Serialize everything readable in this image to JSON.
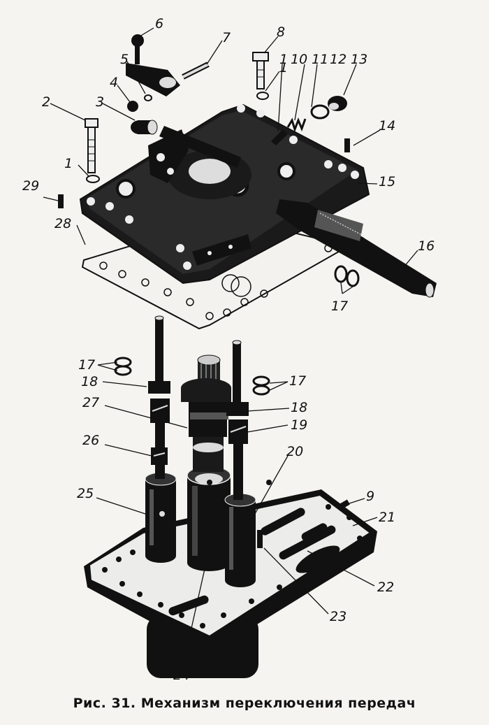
{
  "caption": "Рис. 31. Механизм переключения передач",
  "callouts": [
    {
      "id": "c1a",
      "text": "1"
    },
    {
      "id": "c1b",
      "text": "1"
    },
    {
      "id": "c1c",
      "text": "1"
    },
    {
      "id": "c2",
      "text": "2"
    },
    {
      "id": "c3",
      "text": "3"
    },
    {
      "id": "c4",
      "text": "4"
    },
    {
      "id": "c5",
      "text": "5"
    },
    {
      "id": "c6",
      "text": "6"
    },
    {
      "id": "c7",
      "text": "7"
    },
    {
      "id": "c8",
      "text": "8"
    },
    {
      "id": "c9",
      "text": "9"
    },
    {
      "id": "c10",
      "text": "10"
    },
    {
      "id": "c11",
      "text": "11"
    },
    {
      "id": "c12",
      "text": "12"
    },
    {
      "id": "c13",
      "text": "13"
    },
    {
      "id": "c14",
      "text": "14"
    },
    {
      "id": "c15",
      "text": "15"
    },
    {
      "id": "c16",
      "text": "16"
    },
    {
      "id": "c17a",
      "text": "17"
    },
    {
      "id": "c17b",
      "text": "17"
    },
    {
      "id": "c17c",
      "text": "17"
    },
    {
      "id": "c18a",
      "text": "18"
    },
    {
      "id": "c18b",
      "text": "18"
    },
    {
      "id": "c19",
      "text": "19"
    },
    {
      "id": "c20",
      "text": "20"
    },
    {
      "id": "c21",
      "text": "21"
    },
    {
      "id": "c22",
      "text": "22"
    },
    {
      "id": "c23",
      "text": "23"
    },
    {
      "id": "c24",
      "text": "24"
    },
    {
      "id": "c25",
      "text": "25"
    },
    {
      "id": "c26",
      "text": "26"
    },
    {
      "id": "c27",
      "text": "27"
    },
    {
      "id": "c28",
      "text": "28"
    },
    {
      "id": "c29",
      "text": "29"
    }
  ]
}
